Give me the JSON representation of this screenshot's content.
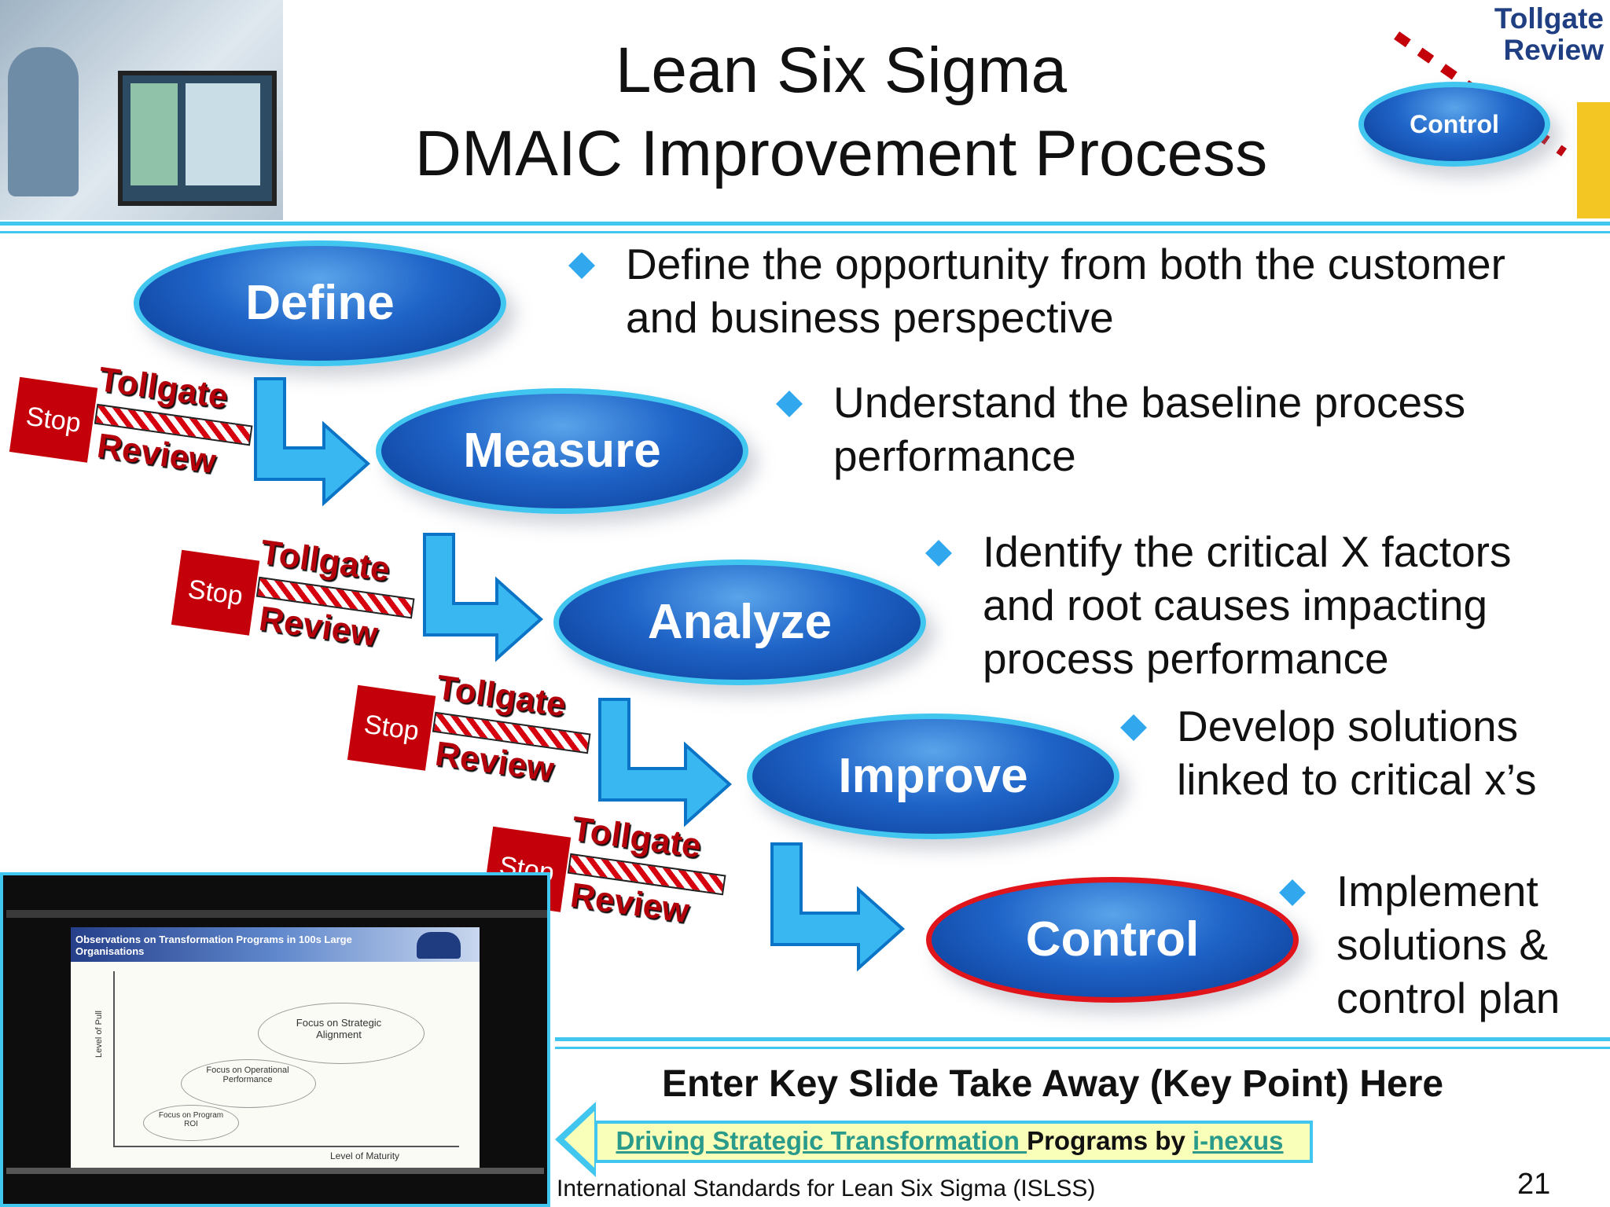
{
  "header": {
    "title_line1": "Lean Six Sigma",
    "title_line2": "DMAIC Improvement Process",
    "corner_tollgate": "Tollgate",
    "corner_review": "Review",
    "corner_badge": "Control"
  },
  "tollgate": {
    "top": "Tollgate",
    "bottom": "Review",
    "stop": "Stop"
  },
  "phases": [
    {
      "label": "Define",
      "text1": "Define the opportunity from both the customer",
      "text2": "and business perspective"
    },
    {
      "label": "Measure",
      "text1": "Understand the baseline process",
      "text2": "performance"
    },
    {
      "label": "Analyze",
      "text1": "Identify the critical X factors",
      "text2": "and root causes impacting",
      "text3": "process performance"
    },
    {
      "label": "Improve",
      "text1": "Develop solutions",
      "text2": "linked to critical x’s"
    },
    {
      "label": "Control",
      "text1": "Implement",
      "text2": "solutions &",
      "text3": "control plan"
    }
  ],
  "video": {
    "slide_title": "Observations on Transformation Programs in 100s Large Organisations",
    "y_axis": "Level of Pull",
    "x_axis": "Level of Maturity",
    "bubble1": "Focus on Strategic Alignment",
    "bubble2": "Focus on Operational Performance",
    "bubble3": "Focus on Program ROI"
  },
  "footer": {
    "key_point": "Enter Key Slide Take Away (Key Point) Here",
    "link1": "Driving Strategic Transformation ",
    "mid": "Programs by ",
    "link2": "i-nexus",
    "org": "International Standards for Lean Six Sigma (ISLSS)",
    "page": "21"
  },
  "colors": {
    "accent": "#41c6ef",
    "oval_dark": "#0b3a93",
    "stop_red": "#c4000b",
    "control_ring": "#e0141b"
  }
}
